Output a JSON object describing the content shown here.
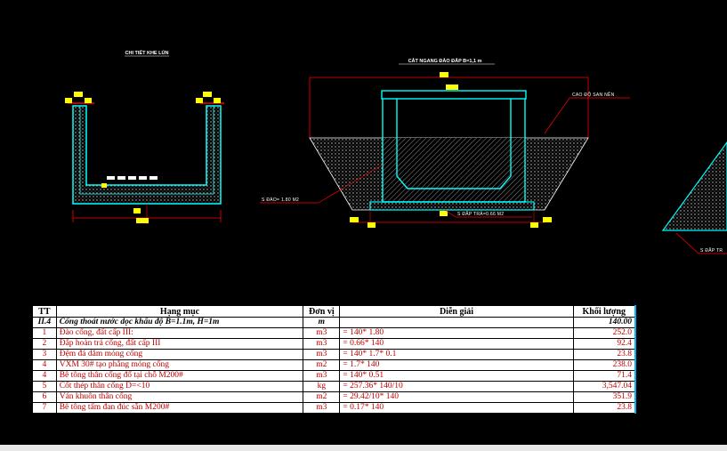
{
  "drawing": {
    "detail_title": "CHI TIẾT KHE LÚN",
    "section_title": "CẮT NGANG ĐÀO ĐẮP B=1,1 m",
    "callout_ground": "CAO ĐỘ SAN NỀN",
    "callout_dig": "S ĐÀO= 1.80 M2",
    "callout_fill": "S ĐẮP TRẢ=0.66 M2",
    "callout_fill_right": "S ĐẮP TR"
  },
  "table": {
    "headers": [
      "TT",
      "Hạng mục",
      "Đơn vị",
      "Diễn giải",
      "Khối lượng"
    ],
    "group": {
      "tt": "II.4",
      "item": "Cống thoát nước dọc khẩu độ B=1.1m, H=1m",
      "unit": "m",
      "expl": "",
      "qty": "140.00"
    },
    "rows": [
      {
        "tt": "1",
        "item": "Đào cống, đất cấp III:",
        "unit": "m3",
        "expl": "= 140* 1.80",
        "qty": "252.0"
      },
      {
        "tt": "2",
        "item": "Đắp hoàn trả cống, đất cấp III",
        "unit": "m3",
        "expl": "= 0.66* 140",
        "qty": "92.4"
      },
      {
        "tt": "3",
        "item": "Đệm đá dăm móng cống",
        "unit": "m3",
        "expl": "= 140* 1.7* 0.1",
        "qty": "23.8"
      },
      {
        "tt": "4",
        "item": "VXM 30# tạo phẳng móng cống",
        "unit": "m2",
        "expl": "= 1.7* 140",
        "qty": "238.0"
      },
      {
        "tt": "4",
        "item": "Bê tông thân cống đổ tại chỗ M200#",
        "unit": "m3",
        "expl": "= 140* 0.51",
        "qty": "71.4"
      },
      {
        "tt": "5",
        "item": "Cốt thép thân cống D=<10",
        "unit": "kg",
        "expl": "= 257.36* 140/10",
        "qty": "3,547.04"
      },
      {
        "tt": "6",
        "item": "Ván khuôn thân cống",
        "unit": "m2",
        "expl": "= 29.42/10* 140",
        "qty": "351.9"
      },
      {
        "tt": "7",
        "item": "Bê tông tấm đan đúc sẵn M200#",
        "unit": "m3",
        "expl": "= 0.17* 140",
        "qty": "23.8"
      }
    ]
  },
  "colors": {
    "cyan": "#00ffff",
    "red": "#ff0000",
    "yellow": "#ffff00",
    "hatch": "#9a9a9a",
    "table_text": "#c00000"
  }
}
